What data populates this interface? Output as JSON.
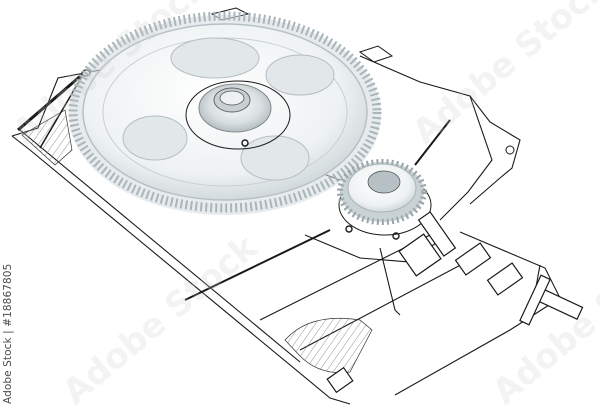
{
  "image": {
    "subject": "Technical wireframe drawing of a gearbox with rendered 3D glass-like spur gears",
    "elements": {
      "large_gear": {
        "label": "large-spur-gear",
        "teeth_approx": 90
      },
      "small_gear": {
        "label": "pinion-gear",
        "teeth_approx": 20
      },
      "housing": {
        "label": "gearbox-housing-outline"
      },
      "shaft": {
        "label": "output-shaft"
      },
      "bolts": {
        "label": "flange-bolts"
      },
      "hatched_sections": {
        "label": "section-hatching"
      }
    },
    "colors": {
      "background": "#ffffff",
      "linework": "#1a1a1a",
      "gear_fill": "#e9eef0",
      "gear_shadow": "#b9c3c7",
      "hatch": "#6a6a6a"
    }
  },
  "credit": {
    "text": "Adobe Stock | #18867805"
  },
  "watermarks": [
    {
      "text": "Adobe Stock"
    },
    {
      "text": "Adobe Stock"
    },
    {
      "text": "Adobe Stock"
    },
    {
      "text": "Adobe Stock"
    }
  ]
}
